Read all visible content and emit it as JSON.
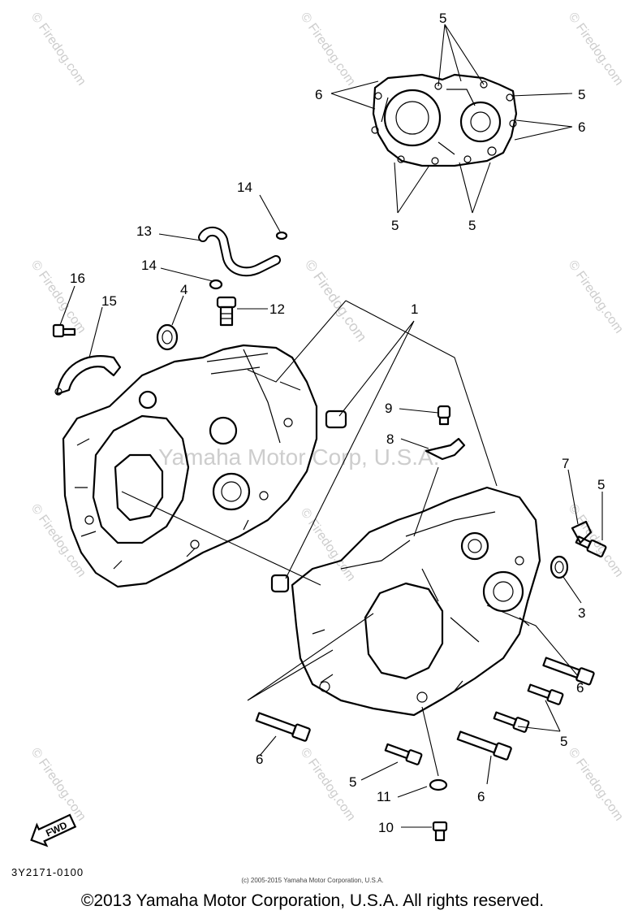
{
  "watermarks": {
    "site": "© Firedog.com",
    "center": "Yamaha Motor Corp, U.S.A."
  },
  "callouts": {
    "c1": "1",
    "c3": "3",
    "c4": "4",
    "c5": "5",
    "c6": "6",
    "c7": "7",
    "c8": "8",
    "c9": "9",
    "c10": "10",
    "c11": "11",
    "c12": "12",
    "c13": "13",
    "c14": "14",
    "c15": "15",
    "c16": "16"
  },
  "badge": {
    "fwd": "FWD"
  },
  "footer": {
    "ref_code": "3Y2171-0100",
    "fine_copyright": "(c) 2005-2015 Yamaha Motor Corporation, U.S.A.",
    "copyright": "©2013 Yamaha Motor Corporation, U.S.A. All rights reserved."
  }
}
